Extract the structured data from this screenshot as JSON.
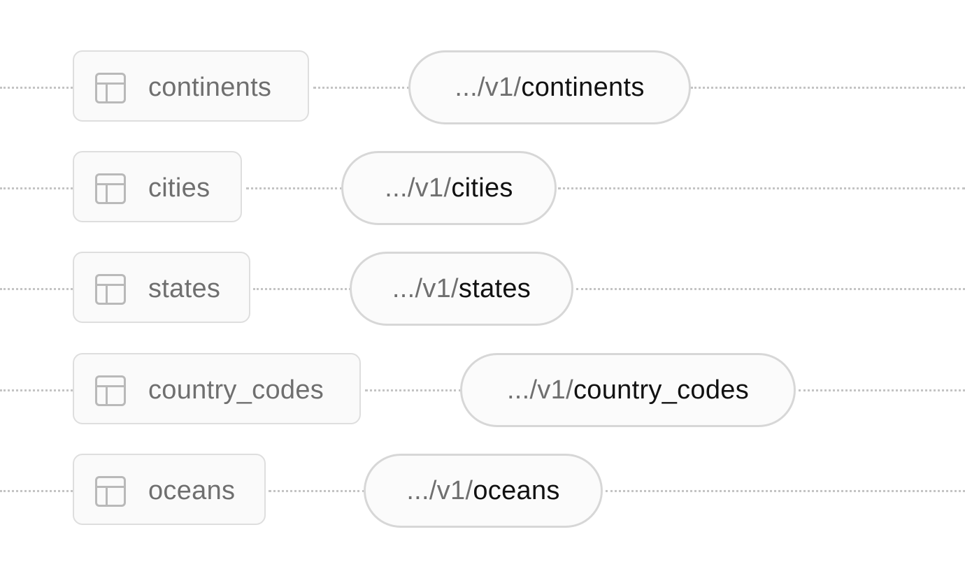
{
  "colors": {
    "dotted_line": "#c4c4c4",
    "table_border": "#dedede",
    "table_fill": "#fafafa",
    "icon": "#b9b9b9",
    "table_text": "#6f6f6f",
    "endpoint_border": "#d7d7d7",
    "endpoint_prefix_text": "#6f6f6f",
    "endpoint_name_text": "#111111"
  },
  "rows": [
    {
      "table": "continents",
      "icon": "table-icon",
      "endpoint_prefix": ".../v1/",
      "endpoint_name": "continents"
    },
    {
      "table": "cities",
      "icon": "table-icon",
      "endpoint_prefix": ".../v1/",
      "endpoint_name": "cities"
    },
    {
      "table": "states",
      "icon": "table-icon",
      "endpoint_prefix": ".../v1/",
      "endpoint_name": "states"
    },
    {
      "table": "country_codes",
      "icon": "table-icon",
      "endpoint_prefix": ".../v1/",
      "endpoint_name": "country_codes"
    },
    {
      "table": "oceans",
      "icon": "table-icon",
      "endpoint_prefix": ".../v1/",
      "endpoint_name": "oceans"
    }
  ]
}
